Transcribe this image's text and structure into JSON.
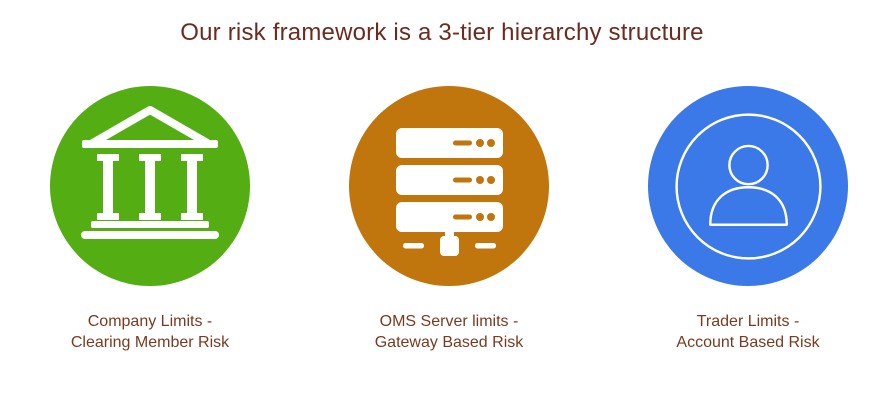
{
  "title": "Our risk framework is a 3-tier hierarchy structure",
  "colors": {
    "background": "#FFFFFF",
    "title_text": "#6C2B1E",
    "label_text": "#7B3A1F",
    "icon_foreground": "#FFFFFF"
  },
  "tiers": [
    {
      "name": "company-limits",
      "icon": "bank-icon",
      "color": "#54AE13",
      "label_line1": "Company Limits -",
      "label_line2": "Clearing Member Risk"
    },
    {
      "name": "oms-server-limits",
      "icon": "server-icon",
      "color": "#C1760D",
      "label_line1": "OMS Server limits -",
      "label_line2": "Gateway Based Risk"
    },
    {
      "name": "trader-limits",
      "icon": "person-icon",
      "color": "#3B78E8",
      "label_line1": "Trader Limits -",
      "label_line2": "Account Based Risk"
    }
  ]
}
